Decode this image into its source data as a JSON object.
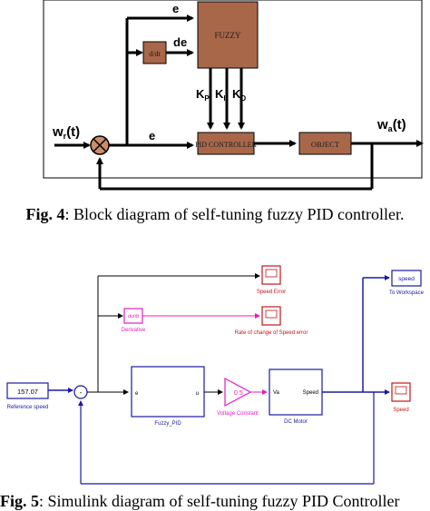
{
  "fig4": {
    "input_label": "w",
    "input_sub": "r",
    "input_arg": "(t)",
    "output_label": "w",
    "output_sub": "a",
    "output_arg": "(t)",
    "e_top": "e",
    "de": "de",
    "e_mid": "e",
    "ddt": "d/dt",
    "fuzzy": "FUZZY",
    "pid": "PID CONTROLLER",
    "object": "OBJECT",
    "kp": "K",
    "kp_sub": "P",
    "ki": "K",
    "ki_sub": "I",
    "kd": "K",
    "kd_sub": "D",
    "caption_bold": "Fig. 4",
    "caption_text": ": Block diagram of self-tuning fuzzy PID controller."
  },
  "fig5": {
    "reference_value": "157.07",
    "reference_label": "Reference speed",
    "fuzzy_pid_label": "Fuzzy_PID",
    "port_e": "e",
    "port_u": "u",
    "gain_value": "0.5",
    "gain_label": "Voltage Constant",
    "motor_in": "Va",
    "motor_out": "Speed",
    "motor_label": "DC Motor",
    "derivative_inner": "du/dt",
    "derivative_label": "Derivative",
    "speed_error_label": "Speed Error",
    "rate_label": "Rate of change of Speed error",
    "workspace_inner": "speed",
    "workspace_label": "To Workspace",
    "speed_scope_label": "Speed",
    "caption_bold": "Fig. 5",
    "caption_text": ": Simulink diagram of self-tuning fuzzy PID Controller"
  }
}
